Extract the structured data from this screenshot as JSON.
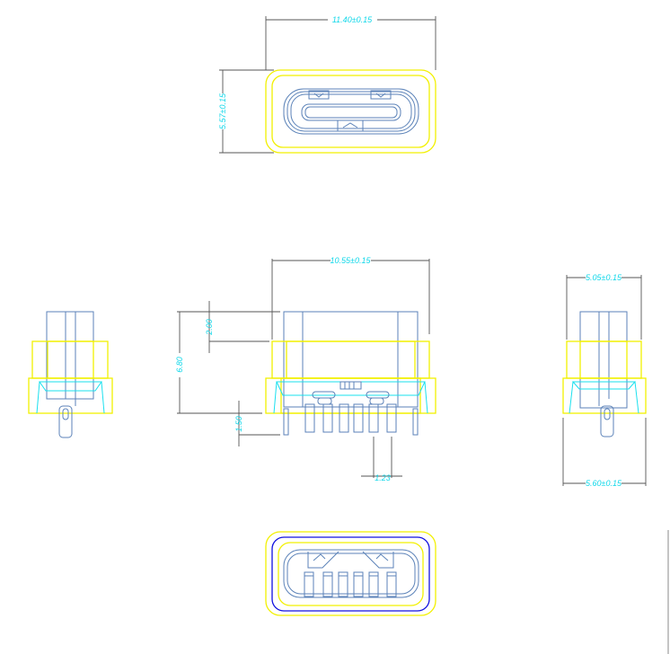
{
  "drawing": {
    "title": "USB Type-C receptacle dimension drawing",
    "colors": {
      "outline_yellow": "#f2f000",
      "body_blue": "#5b82b8",
      "cyan": "#19e0ee",
      "seal_blue": "#1010e0",
      "dimension": "#555555"
    },
    "dimensions": {
      "top_width": "11.40±0.15",
      "top_height": "5.57±0.15",
      "front_width": "10.55±0.15",
      "front_height": "6.80",
      "front_top": "2.00",
      "pin_length": "1.50",
      "pin_pitch": "1.23",
      "side_width_top": "5.05±0.15",
      "side_width_bottom": "5.60±0.15"
    }
  }
}
